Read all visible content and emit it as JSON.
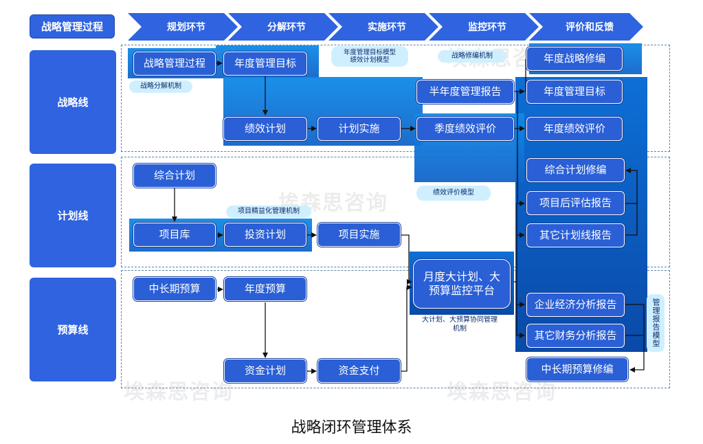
{
  "header": {
    "title": "战略管理过程",
    "stages": [
      "规划环节",
      "分解环节",
      "实施环节",
      "监控环节",
      "评价和反馈"
    ]
  },
  "lanes": {
    "strategy": "战略线",
    "plan": "计划线",
    "budget": "预算线"
  },
  "nodes": {
    "strategic_process": "战略管理过程",
    "annual_goal": "年度管理目标",
    "performance_plan": "绩效计划",
    "plan_implementation": "计划实施",
    "half_year_report": "半年度管理报告",
    "quarterly_eval": "季度绩效评价",
    "annual_strategy_revision": "年度战略修编",
    "annual_goal_right": "年度管理目标",
    "annual_eval": "年度绩效评价",
    "comprehensive_plan": "综合计划",
    "project_library": "项目库",
    "investment_plan": "投资计划",
    "project_implementation": "项目实施",
    "comprehensive_plan_revision": "综合计划修编",
    "post_project_report": "项目后评估报告",
    "other_plan_reports": "其它计划线报告",
    "monitor_platform": "月度大计划、大预算监控平台",
    "long_term_budget": "中长期预算",
    "annual_budget": "年度预算",
    "capital_plan": "资金计划",
    "capital_payment": "资金支付",
    "enterprise_analysis": "企业经济分析报告",
    "financial_analysis": "其它财务分析报告",
    "long_term_budget_revision": "中长期预算修编"
  },
  "tags": {
    "strategy_decomposition": "战略分解机制",
    "goal_model": "年度管理目标模型\n绩效计划模型",
    "strategy_revision_mechanism": "战略修编机制",
    "perf_eval_model": "绩效评价模型",
    "project_lean_mechanism": "项目精益化管理机制",
    "coordination_mechanism": "大计划、大预算协同管理\n机制",
    "report_model": "管理报告模型"
  },
  "watermark": "埃森思咨询",
  "caption": "战略闭环管理体系"
}
